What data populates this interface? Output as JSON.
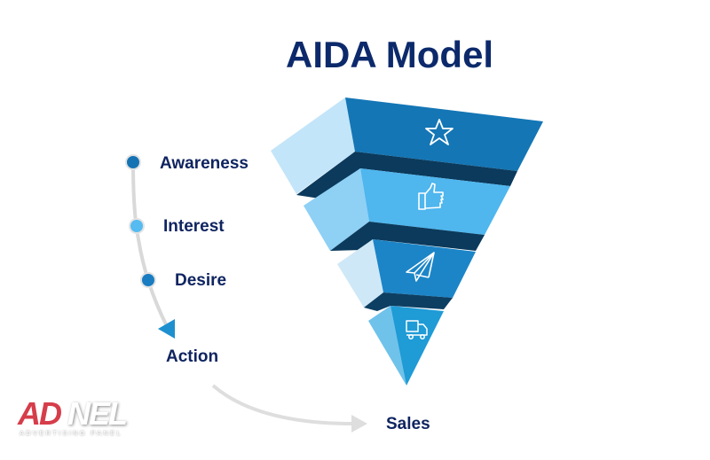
{
  "title": "AIDA Model",
  "steps": [
    {
      "label": "Awareness",
      "color": "#1673b3"
    },
    {
      "label": "Interest",
      "color": "#55bbf0"
    },
    {
      "label": "Desire",
      "color": "#1a7dc2"
    },
    {
      "label": "Action",
      "color": "#1e90cf"
    }
  ],
  "outcome": "Sales",
  "funnel_icons": [
    "star-icon",
    "thumbs-up-icon",
    "paper-plane-icon",
    "truck-icon"
  ],
  "logo": {
    "brand_part1": "AD",
    "brand_part2": "NEL",
    "tagline": "ADVERTISING PANEL"
  }
}
